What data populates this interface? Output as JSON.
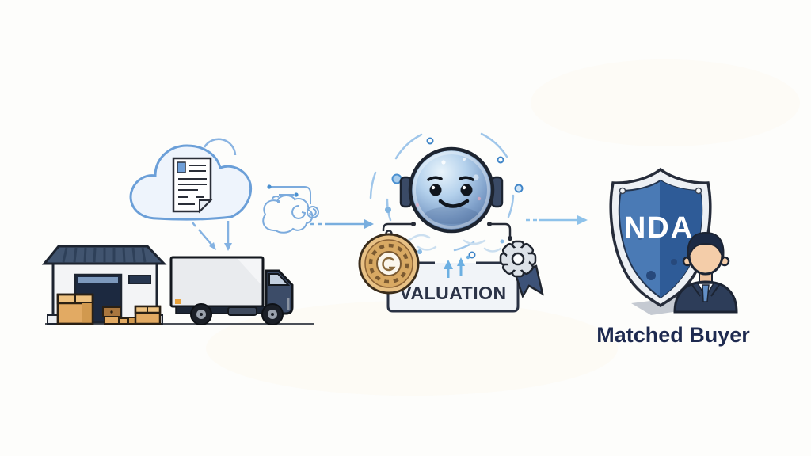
{
  "scene": {
    "background": "#fdfdfb",
    "type": "process-flow-illustration"
  },
  "stages": [
    {
      "id": "seller-assets",
      "icons": [
        "warehouse-icon",
        "cardboard-boxes-icon",
        "box-truck-icon"
      ]
    },
    {
      "id": "document-upload",
      "icons": [
        "cloud-icon",
        "document-icon",
        "upload-arrows-icon",
        "circuit-cloud-icon"
      ]
    },
    {
      "id": "ai-valuation",
      "icons": [
        "ai-bot-icon",
        "coin-medal-icon",
        "gear-ribbon-award-icon",
        "up-arrows-icon"
      ],
      "label": "VALUATION"
    },
    {
      "id": "nda-match",
      "icons": [
        "shield-icon",
        "businessman-icon"
      ],
      "shield_label": "NDA",
      "caption": "Matched Buyer"
    }
  ],
  "labels": {
    "valuation": "VALUATION",
    "nda": "NDA",
    "matched_buyer": "Matched Buyer"
  },
  "colors": {
    "flow_arrow": "#7fb2e2",
    "cloud_stroke": "#6b9fd8",
    "cloud_fill": "#eef4fc",
    "roof": "#41546f",
    "box_tan": "#e2aa63",
    "truck_cab": "#3c4c68",
    "bot_outline": "#1d2430",
    "medal_gold": "#e8c185",
    "gear_gray": "#dde2e8",
    "ribbon_blue": "#3d5278",
    "valuation_box_fill": "#f1f4f8",
    "valuation_text": "#2b3347",
    "shield_rim": "#edf0f4",
    "shield_left": "#4a7ab5",
    "shield_right": "#2e5b97",
    "nda_text": "#ffffff",
    "suit": "#2d3d59",
    "skin": "#f4cda9",
    "caption_text": "#1e2a50"
  }
}
